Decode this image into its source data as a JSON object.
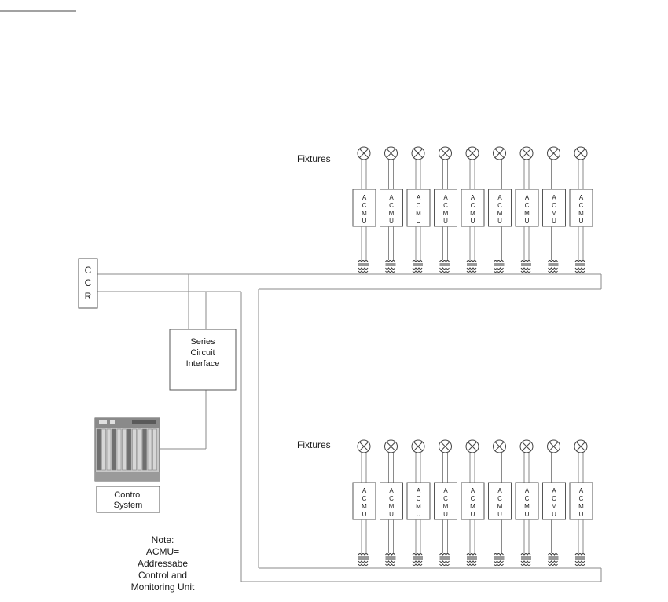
{
  "diagram": {
    "fixtures_label_top": "Fixtures",
    "fixtures_label_bottom": "Fixtures",
    "ccr_letters": [
      "C",
      "C",
      "R"
    ],
    "interface_lines": [
      "Series",
      "Circuit",
      "Interface"
    ],
    "control_lines": [
      "Control",
      "System"
    ],
    "acmu_letters": [
      "A",
      "C",
      "M",
      "U"
    ],
    "note_lines": [
      "Note:",
      "ACMU=",
      "Addressabe",
      "Control and",
      "Monitoring Unit"
    ],
    "fixtures_per_row": 9
  },
  "colors": {
    "wire": "#8a8a8a",
    "box_stroke": "#555555",
    "rack_face": "#bdbdbd",
    "rack_dark": "#6f6f6f"
  }
}
